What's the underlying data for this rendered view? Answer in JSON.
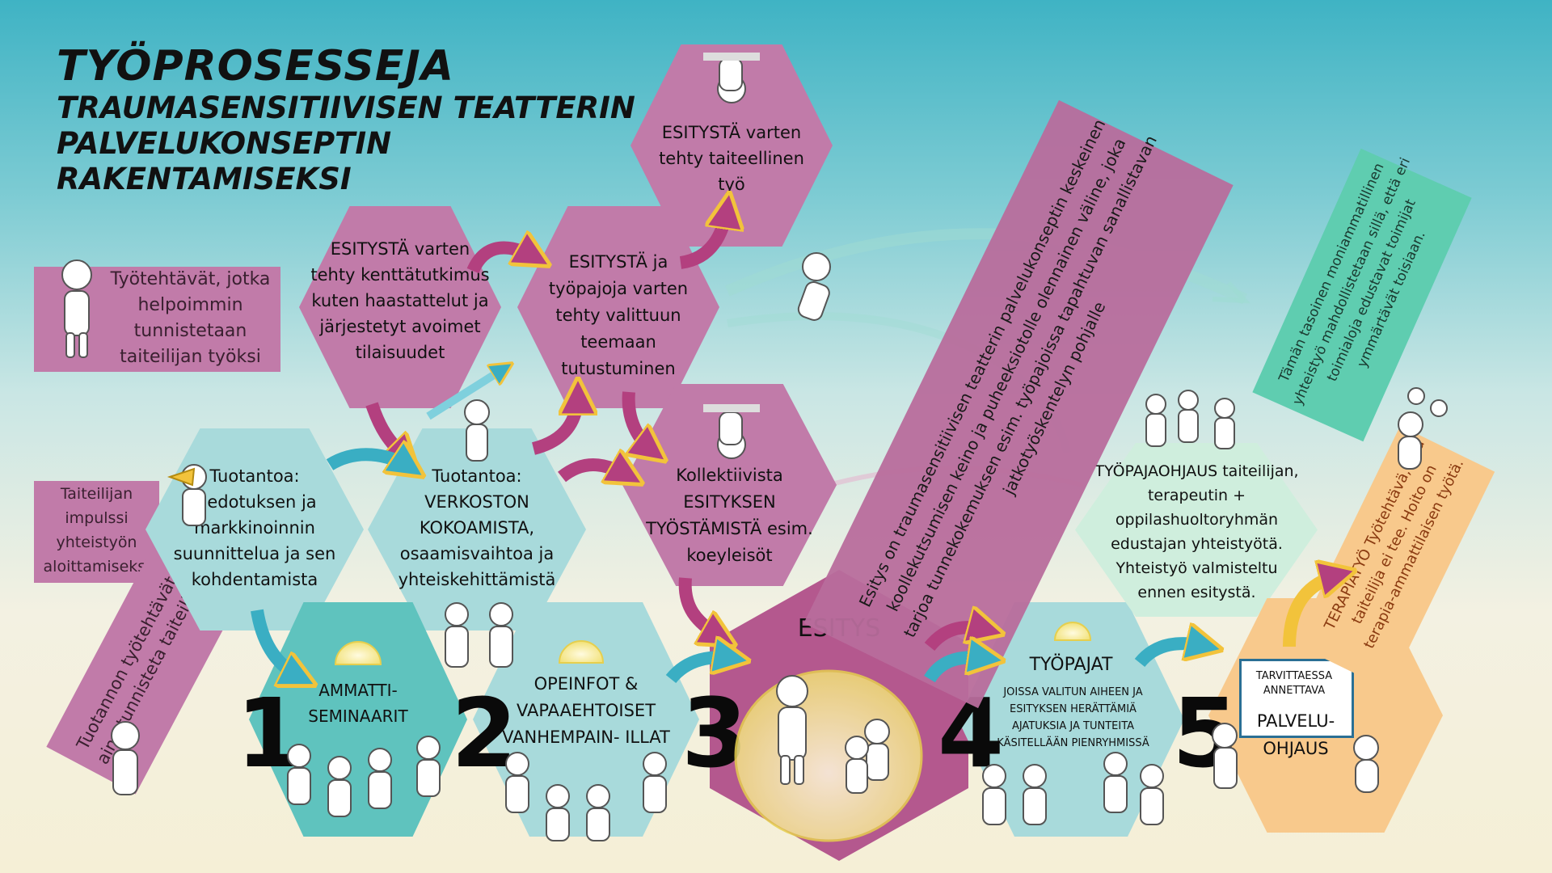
{
  "title": {
    "main": "TYÖPROSESSEJA",
    "sub": "TRAUMASENSITIIVISEN TEATTERIN PALVELUKONSEPTIN RAKENTAMISEKSI"
  },
  "legend": {
    "artist_work": "Työtehtävät, jotka helpoimmin tunnistetaan taiteilijan työksi",
    "impulse": "Taiteilijan impulssi yhteistyön aloittamiseksi",
    "production": "Tuotannon työtehtävät, joita ei aina tunnisteta taiteilijan työksi"
  },
  "hexes": {
    "esitysta_taiteellinen": "ESITYSTÄ varten tehty taiteellinen työ",
    "esitysta_kentta": "ESITYSTÄ varten tehty kenttätutkimus kuten haastattelut ja järjestetyt avoimet tilaisuudet",
    "esitysta_tyopajoja": "ESITYSTÄ ja työpajoja varten tehty valittuun teemaan tutustuminen",
    "tuotantoa_tiedotus": "Tuotantoa: Tiedotuksen ja markkinoinnin suunnittelua ja sen kohdentamista",
    "tuotantoa_verkosto": "Tuotantoa: VERKOSTON KOKOAMISTA, osaamisvaihtoa ja yhteiskehittämistä",
    "kollektiivista": "Kollektiivista ESITYKSEN TYÖSTÄMISTÄ esim. koeyleisöt",
    "ammattiseminaarit": "AMMATTI- SEMINAARIT",
    "opeinfot": "OPEINFOT & VAPAAEHTOISET VANHEMPAIN- ILLAT",
    "esitys": "ESITYS",
    "tyopajat_title": "TYÖPAJAT",
    "tyopajat_desc": "JOISSA VALITUN AIHEEN JA ESITYKSEN HERÄTTÄMIÄ AJATUKSIA JA TUNTEITA KÄSITELLÄÄN PIENRYHMISSÄ",
    "tyopajaohjaus": "TYÖPAJAOHJAUS taiteilijan, terapeutin + oppilashuoltoryhmän edustajan yhteistyötä. Yhteistyö valmisteltu ennen esitystä.",
    "palvelu_small": "TARVITTAESSA ANNETTAVA",
    "palvelu_big": "PALVELU- OHJAUS"
  },
  "numbers": [
    "1",
    "2",
    "3",
    "4",
    "5"
  ],
  "banners": {
    "purple": "Esitys on traumasensitiivisen teatterin palvelukonseptin keskeinen koollekutsumisen keino ja puheeksiotolle olennainen väline, joka tarjoa tunnekokemuksen esim. työpajoissa tapahtuvan sanallistavan jatkotyöskentelyn pohjalle",
    "green": "Tämän tasoinen moniammatillinen yhteistyö mahdollistetaan sillä, että eri toimialoja edustavat toimijat ymmärtävät toisiaan.",
    "orange": "TERAPIATYÖ Työtehtävä, jota taiteilija ei tee. Hoito on terapia-ammattilaisen työtä."
  },
  "colors": {
    "purple": "#c17ba9",
    "teal": "#a8dadb",
    "green": "#5fcdb0",
    "orange": "#f8c98c",
    "dome": "#f5ea9a",
    "arrow_purple": "#b3407f",
    "arrow_teal": "#3aaec3",
    "arrow_yellow": "#f2c33b"
  }
}
